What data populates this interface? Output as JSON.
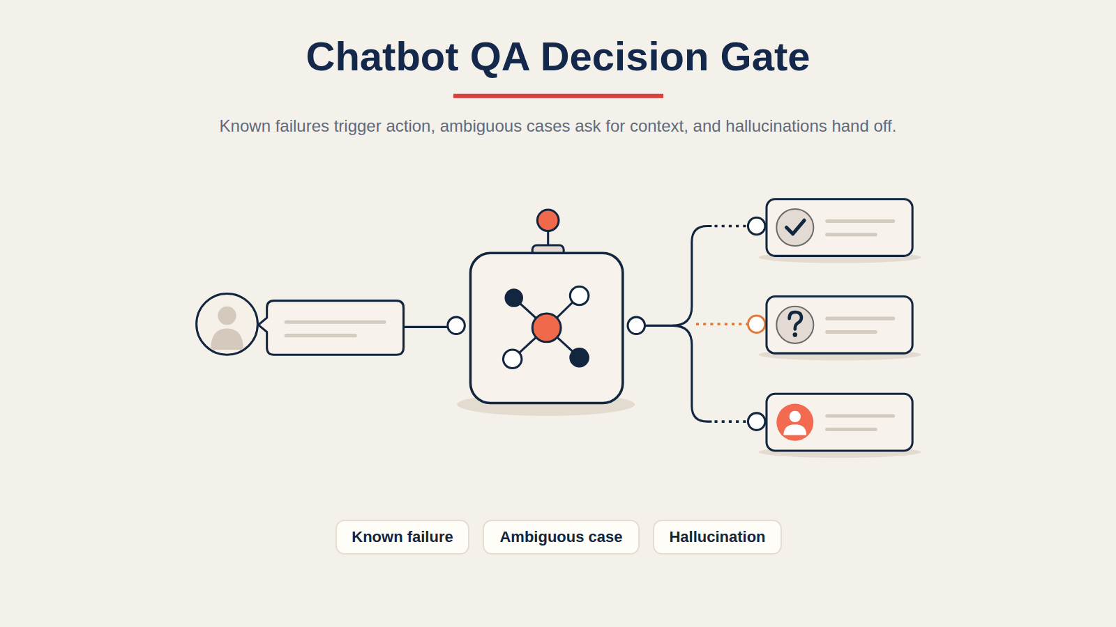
{
  "diagram": {
    "title": "Chatbot QA Decision Gate",
    "caption": "Known failures trigger action, ambiguous cases ask for context, and hallucinations hand off.",
    "nodes": [
      {
        "text": [
          "Known failure"
        ]
      },
      {
        "text": [
          "Ambiguous case"
        ]
      },
      {
        "text": [
          "Hallucination"
        ]
      }
    ]
  }
}
